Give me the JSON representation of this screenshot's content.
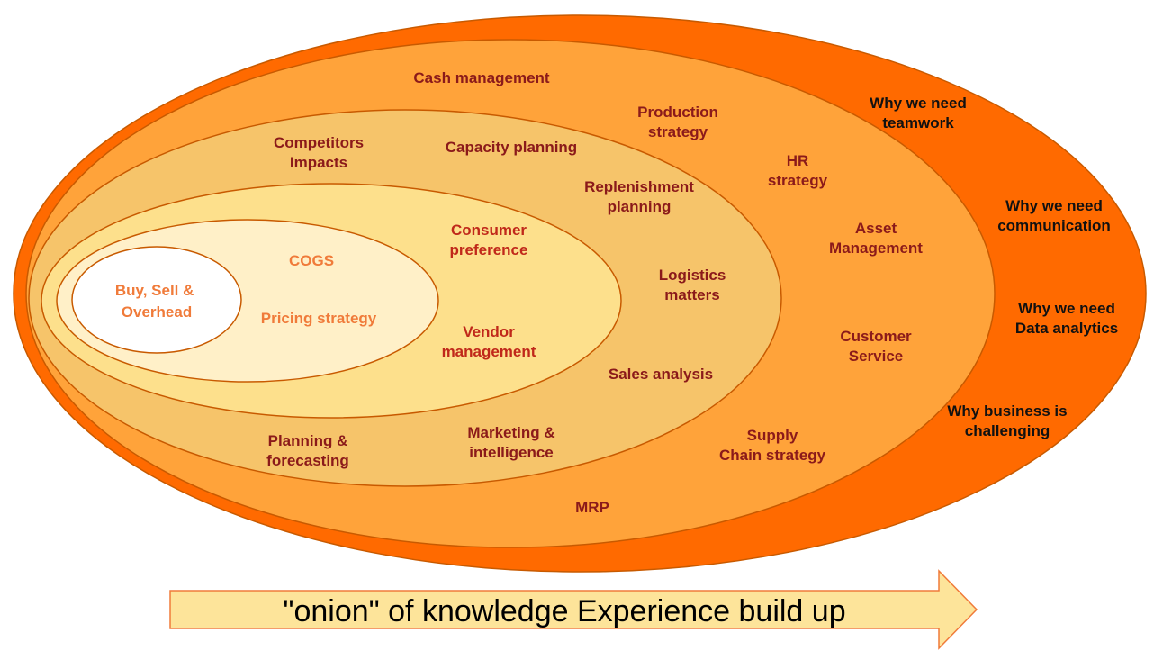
{
  "colors": {
    "outer_ring": "#ff6a00",
    "ring2": "#ffa33a",
    "ring3": "#f6c46a",
    "ring4": "#fde08c",
    "ring5": "#fff0c8",
    "core": "#ffffff",
    "outline": "#c85a00",
    "label_dark": "#8b1a1a",
    "label_black": "#111111",
    "label_core": "#f07b3a",
    "arrow_fill": "#fde49a",
    "arrow_stroke": "#f07b3a"
  },
  "core": {
    "lines": [
      "Buy, Sell &",
      "Overhead"
    ]
  },
  "labels": [
    {
      "id": "cogs",
      "lines": [
        "COGS"
      ]
    },
    {
      "id": "pricing-strategy",
      "lines": [
        "Pricing strategy"
      ]
    },
    {
      "id": "consumer-preference",
      "lines": [
        "Consumer",
        "preference"
      ]
    },
    {
      "id": "vendor-management",
      "lines": [
        "Vendor",
        "management"
      ]
    },
    {
      "id": "competitors-impacts",
      "lines": [
        "Competitors",
        "Impacts"
      ]
    },
    {
      "id": "capacity-planning",
      "lines": [
        "Capacity planning"
      ]
    },
    {
      "id": "replenishment-planning",
      "lines": [
        "Replenishment",
        "planning"
      ]
    },
    {
      "id": "logistics-matters",
      "lines": [
        "Logistics",
        "matters"
      ]
    },
    {
      "id": "sales-analysis",
      "lines": [
        "Sales analysis"
      ]
    },
    {
      "id": "marketing-intelligence",
      "lines": [
        "Marketing &",
        "intelligence"
      ]
    },
    {
      "id": "planning-forecasting",
      "lines": [
        "Planning &",
        "forecasting"
      ]
    },
    {
      "id": "cash-management",
      "lines": [
        "Cash management"
      ]
    },
    {
      "id": "production-strategy",
      "lines": [
        "Production",
        "strategy"
      ]
    },
    {
      "id": "hr-strategy",
      "lines": [
        "HR",
        "strategy"
      ]
    },
    {
      "id": "asset-management",
      "lines": [
        "Asset",
        "Management"
      ]
    },
    {
      "id": "customer-service",
      "lines": [
        "Customer",
        "Service"
      ]
    },
    {
      "id": "supply-chain-strategy",
      "lines": [
        "Supply",
        "Chain strategy"
      ]
    },
    {
      "id": "mrp",
      "lines": [
        "MRP"
      ]
    },
    {
      "id": "why-teamwork",
      "lines": [
        "Why we need",
        "teamwork"
      ]
    },
    {
      "id": "why-communication",
      "lines": [
        "Why we need",
        "communication"
      ]
    },
    {
      "id": "why-data-analytics",
      "lines": [
        "Why we need",
        "Data analytics"
      ]
    },
    {
      "id": "why-challenging",
      "lines": [
        "Why business is",
        "challenging"
      ]
    }
  ],
  "arrow": {
    "text": "\"onion\" of knowledge Experience build up"
  }
}
